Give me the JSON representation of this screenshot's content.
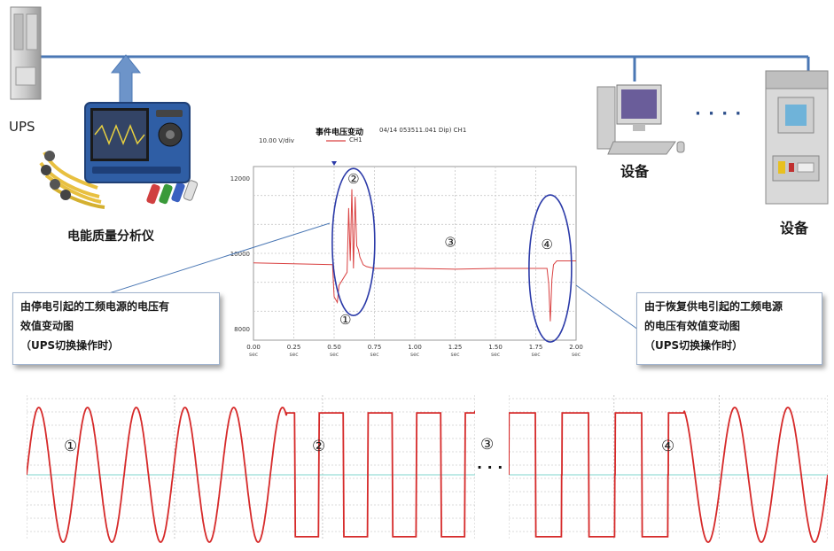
{
  "labels": {
    "ups": "UPS",
    "analyzer": "电能质量分析仪",
    "device_1": "设备",
    "device_2": "设备",
    "ellipsis_top": "· · · ·",
    "ellipsis_bottom": "· · ·"
  },
  "chart": {
    "title": "事件电压变动",
    "event_info": "04/14 053511.041  Dip) CH1",
    "scale": "10.00 V/div",
    "legend": "CH1",
    "y_ticks": [
      "12000",
      "10000",
      "8000"
    ],
    "x_ticks": [
      "0.00",
      "0.25",
      "0.50",
      "0.75",
      "1.00",
      "1.25",
      "1.50",
      "1.75",
      "2.00"
    ],
    "x_unit": "sec",
    "markers": [
      "①",
      "②",
      "③",
      "④"
    ]
  },
  "chart_data": {
    "type": "line",
    "title": "事件电压变动",
    "xlabel": "",
    "ylabel": "",
    "x_ticks": [
      "0.00",
      "0.25",
      "0.50",
      "0.75",
      "1.00",
      "1.25",
      "1.50",
      "1.75",
      "2.00"
    ],
    "y_ticks": [
      "8000",
      "10000",
      "12000"
    ],
    "xlim": [
      0,
      2.0
    ],
    "grid": true,
    "series": [
      {
        "name": "CH1",
        "color": "#d94040",
        "x": [
          0.0,
          0.49,
          0.5,
          0.52,
          0.53,
          0.58,
          0.59,
          0.6,
          0.61,
          0.62,
          0.63,
          0.64,
          0.65,
          0.66,
          0.68,
          0.7,
          0.75,
          0.8,
          1.0,
          1.25,
          1.5,
          1.75,
          1.82,
          1.83,
          1.84,
          1.85,
          1.86,
          1.88,
          1.95,
          2.0
        ],
        "y": [
          9750,
          9700,
          8850,
          8700,
          9150,
          9500,
          11200,
          9800,
          11700,
          9600,
          11500,
          10200,
          10100,
          9900,
          9700,
          9650,
          9600,
          9600,
          9600,
          9580,
          9600,
          9600,
          9600,
          9200,
          8200,
          9300,
          9700,
          9800,
          9800,
          9800
        ]
      }
    ]
  },
  "callouts": {
    "left": [
      "由停电引起的工频电源的电压有",
      "效值变动图",
      "（UPS切换操作时）"
    ],
    "right": [
      "由于恢复供电引起的工频电源",
      "的电压有效值变动图",
      "（UPS切换操作时）"
    ]
  },
  "waveform": {
    "markers": [
      "①",
      "②",
      "③",
      "④"
    ]
  },
  "colors": {
    "line_blue": "#4a77b4",
    "trace_red": "#d62a2a",
    "ellipse_blue": "#2b3aa8"
  }
}
